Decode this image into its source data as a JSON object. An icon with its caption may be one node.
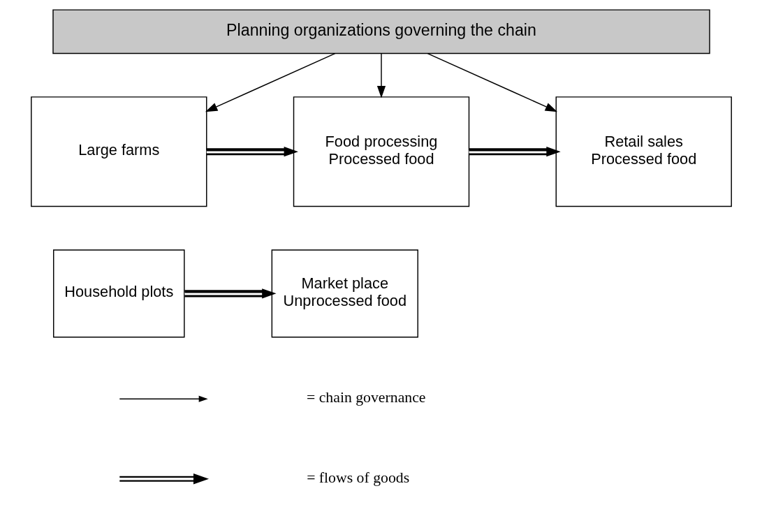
{
  "diagram": {
    "nodes": [
      {
        "text": [
          "Planning organizations governing the chain"
        ]
      },
      {
        "text": [
          "Large farms"
        ]
      },
      {
        "text": [
          "Food processing",
          "Processed food"
        ]
      },
      {
        "text": [
          "Retail sales",
          "Processed food"
        ]
      },
      {
        "text": [
          "Household plots"
        ]
      },
      {
        "text": [
          "Market place",
          "Unprocessed food"
        ]
      }
    ],
    "edges": [
      {
        "from": 0,
        "to": 1,
        "arrow": "to"
      },
      {
        "from": 0,
        "to": 2,
        "arrow": "to"
      },
      {
        "from": 0,
        "to": 3,
        "arrow": "to"
      },
      {
        "from": 1,
        "to": 2,
        "arrow": "to",
        "style": "thick"
      },
      {
        "from": 2,
        "to": 3,
        "arrow": "to",
        "style": "thick"
      },
      {
        "from": 4,
        "to": 5,
        "arrow": "to",
        "style": "thick"
      }
    ],
    "legend": [
      {
        "text": "= chain governance"
      },
      {
        "text": "= flows of goods"
      }
    ]
  }
}
